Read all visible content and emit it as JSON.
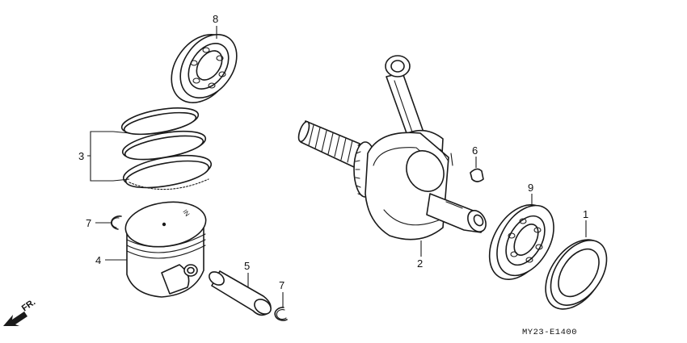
{
  "diagram": {
    "parts": [
      {
        "id": "bearing-top",
        "label": "8"
      },
      {
        "id": "piston-rings",
        "label": "3"
      },
      {
        "id": "clip-left",
        "label": "7"
      },
      {
        "id": "piston",
        "label": "4"
      },
      {
        "id": "piston-pin",
        "label": "5"
      },
      {
        "id": "clip-right",
        "label": "7"
      },
      {
        "id": "crankshaft",
        "label": "2"
      },
      {
        "id": "key",
        "label": "6"
      },
      {
        "id": "bearing-right",
        "label": "9"
      },
      {
        "id": "oil-seal",
        "label": "1"
      }
    ],
    "direction_label": "FR.",
    "piston_marking": "IN",
    "drawing_code": "MY23-E1400"
  }
}
